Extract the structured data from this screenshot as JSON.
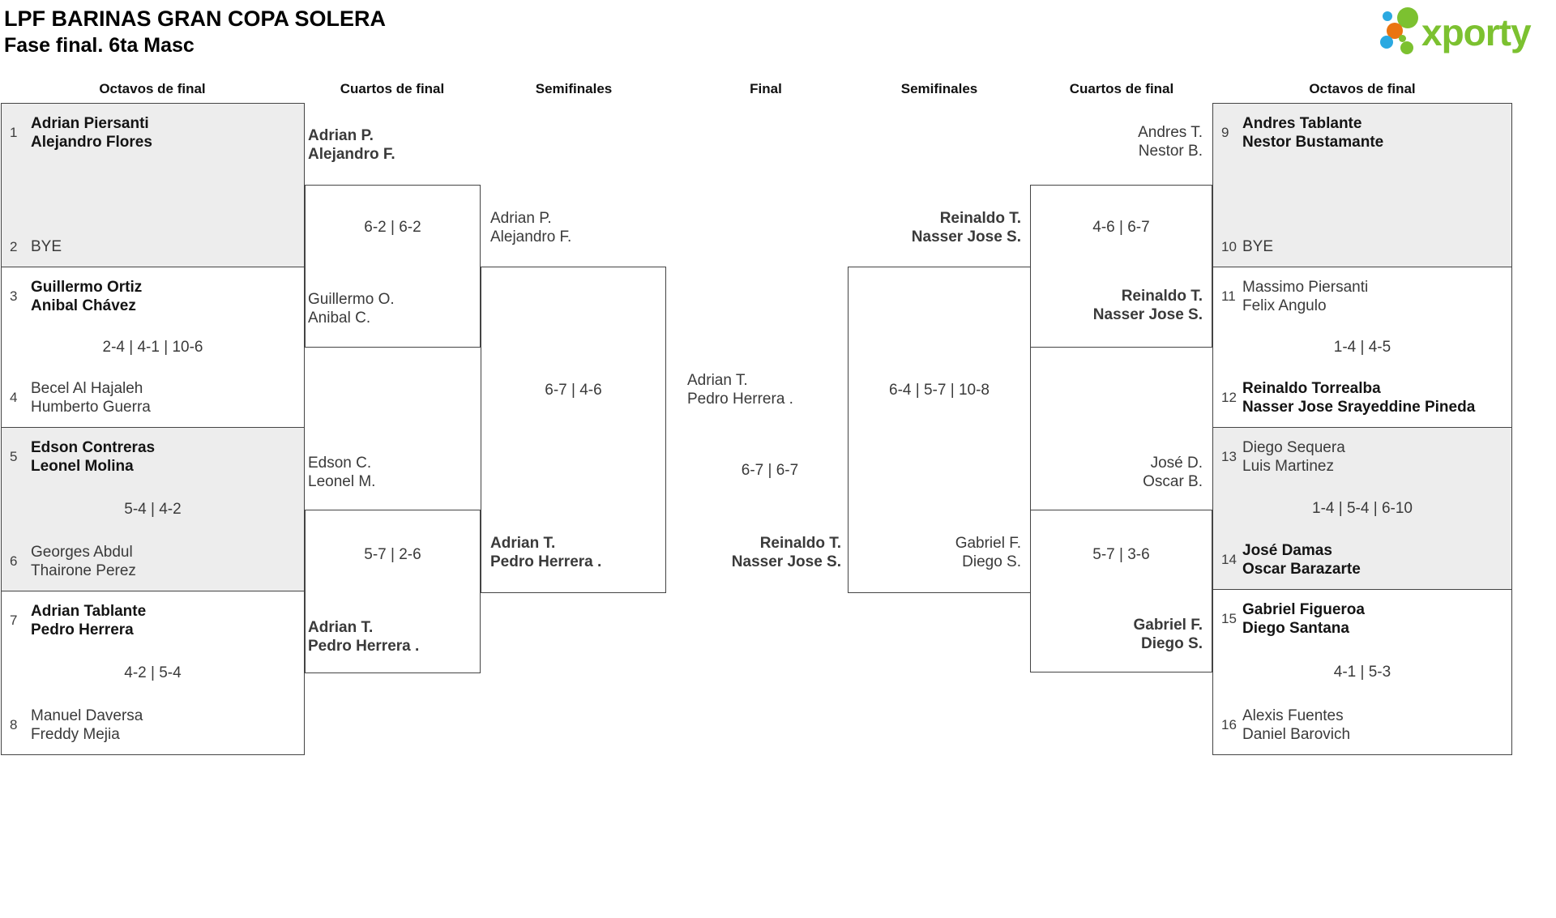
{
  "header": {
    "title": "LPF BARINAS GRAN COPA SOLERA",
    "subtitle": "Fase final. 6ta Masc"
  },
  "logo": {
    "text": "xporty"
  },
  "colors": {
    "accent_green": "#7cc130",
    "accent_blue": "#2ba9e1",
    "accent_orange": "#ea7410",
    "box_gray": "#ededed",
    "line": "#444444"
  },
  "round_headers": [
    "Octavos de final",
    "Cuartos de final",
    "Semifinales",
    "Final",
    "Semifinales",
    "Cuartos de final",
    "Octavos de final"
  ],
  "octavos_left": [
    {
      "seed_a": "1",
      "team_a": [
        "Adrian Piersanti",
        "Alejandro Flores"
      ],
      "seed_b": "2",
      "team_b": [
        "BYE"
      ]
    },
    {
      "seed_a": "3",
      "team_a": [
        "Guillermo Ortiz",
        "Anibal Chávez"
      ],
      "score": "2-4 | 4-1 | 10-6",
      "seed_b": "4",
      "team_b": [
        "Becel Al Hajaleh",
        "Humberto Guerra"
      ]
    },
    {
      "seed_a": "5",
      "team_a": [
        "Edson Contreras",
        "Leonel Molina"
      ],
      "score": "5-4 | 4-2",
      "seed_b": "6",
      "team_b": [
        "Georges Abdul",
        "Thairone Perez"
      ]
    },
    {
      "seed_a": "7",
      "team_a": [
        "Adrian Tablante",
        "Pedro Herrera"
      ],
      "score": "4-2 | 5-4",
      "seed_b": "8",
      "team_b": [
        "Manuel Daversa",
        "Freddy Mejia"
      ]
    }
  ],
  "octavos_right": [
    {
      "seed_a": "9",
      "team_a": [
        "Andres Tablante",
        "Nestor Bustamante"
      ],
      "seed_b": "10",
      "team_b": [
        "BYE"
      ]
    },
    {
      "seed_a": "11",
      "team_a": [
        "Massimo Piersanti",
        "Felix Angulo"
      ],
      "score": "1-4 | 4-5",
      "seed_b": "12",
      "team_b": [
        "Reinaldo Torrealba",
        "Nasser Jose Srayeddine Pineda"
      ]
    },
    {
      "seed_a": "13",
      "team_a": [
        "Diego Sequera",
        "Luis Martinez"
      ],
      "score": "1-4 | 5-4 | 6-10",
      "seed_b": "14",
      "team_b": [
        "José Damas",
        "Oscar Barazarte"
      ]
    },
    {
      "seed_a": "15",
      "team_a": [
        "Gabriel Figueroa",
        "Diego Santana"
      ],
      "score": "4-1 | 5-3",
      "seed_b": "16",
      "team_b": [
        "Alexis Fuentes",
        "Daniel Barovich"
      ]
    }
  ],
  "quarters_left": [
    {
      "team_a": [
        "Adrian P.",
        "Alejandro F."
      ],
      "score": "6-2 | 6-2",
      "team_b": [
        "Guillermo O.",
        "Anibal C."
      ]
    },
    {
      "team_a": [
        "Edson C.",
        "Leonel M."
      ],
      "score": "5-7 | 2-6",
      "team_b": [
        "Adrian T.",
        "Pedro Herrera ."
      ]
    }
  ],
  "quarters_right": [
    {
      "team_a": [
        "Andres T.",
        "Nestor B."
      ],
      "score": "4-6 | 6-7",
      "team_b": [
        "Reinaldo T.",
        "Nasser Jose S."
      ]
    },
    {
      "team_a": [
        "José D.",
        "Oscar B."
      ],
      "score": "5-7 | 3-6",
      "team_b": [
        "Gabriel F.",
        "Diego S."
      ]
    }
  ],
  "semifinal_left": {
    "team_a": [
      "Adrian P.",
      "Alejandro F."
    ],
    "score": "6-7 | 4-6",
    "team_b": [
      "Adrian T.",
      "Pedro Herrera ."
    ]
  },
  "semifinal_right": {
    "team_a": [
      "Reinaldo T.",
      "Nasser Jose S."
    ],
    "score": "6-4 | 5-7 | 10-8",
    "team_b": [
      "Gabriel F.",
      "Diego S."
    ]
  },
  "final": {
    "team_a": [
      "Adrian T.",
      "Pedro Herrera ."
    ],
    "score": "6-7 | 6-7",
    "team_b": [
      "Reinaldo T.",
      "Nasser Jose S."
    ]
  }
}
